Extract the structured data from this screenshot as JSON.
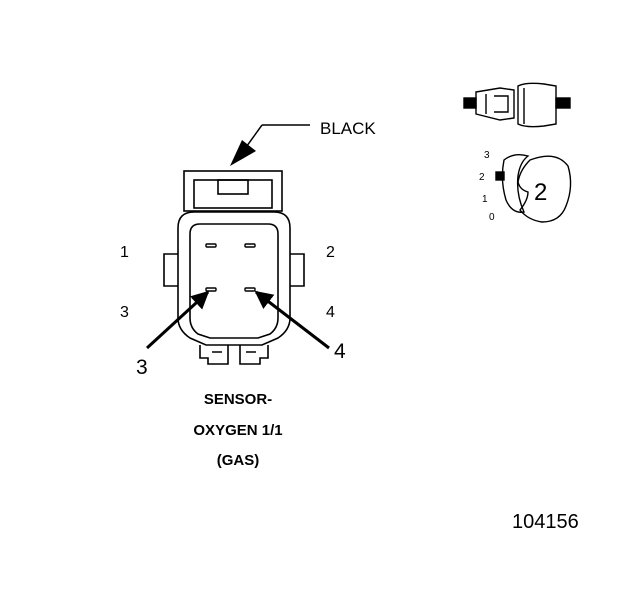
{
  "connector": {
    "color_label": "BLACK",
    "title_lines": [
      "SENSOR-",
      "OXYGEN 1/1",
      "(GAS)"
    ],
    "pin_labels": [
      "1",
      "2",
      "3",
      "4"
    ],
    "callouts": [
      "3",
      "4"
    ]
  },
  "detail": {
    "scale_labels": [
      "3",
      "2",
      "1",
      "0"
    ],
    "position_number": "2"
  },
  "figure_id": "104156"
}
